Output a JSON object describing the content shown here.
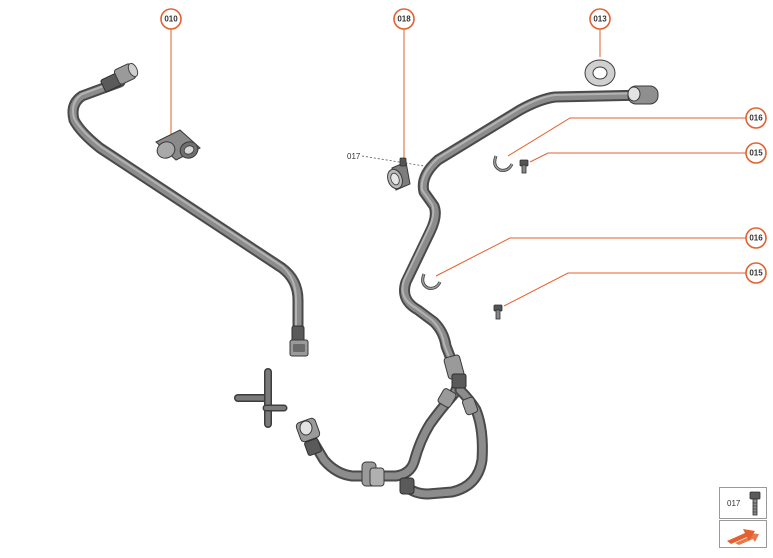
{
  "callouts": {
    "c010": "010",
    "c018": "018",
    "c013": "013",
    "c016a": "016",
    "c015a": "015",
    "c016b": "016",
    "c015b": "015"
  },
  "inline_label_017": "017",
  "legend": {
    "label": "017",
    "icon": "bolt-icon"
  },
  "nav": {
    "icon": "double-arrow-icon",
    "color": "#e2612e"
  },
  "colors": {
    "accent": "#e2612e"
  }
}
